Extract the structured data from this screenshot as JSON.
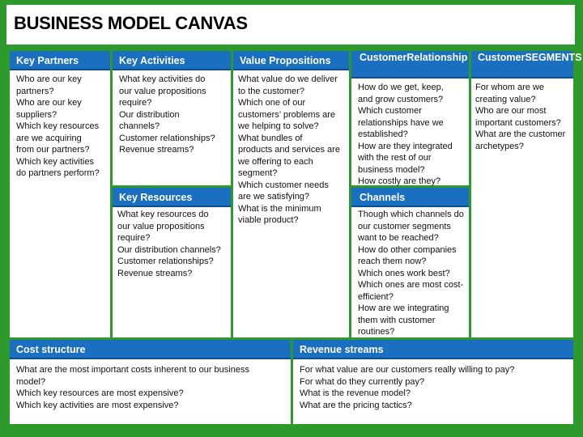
{
  "title": "BUSINESS MODEL CANVAS",
  "colors": {
    "background": "#2e9a2b",
    "header": "#1a6fc0",
    "panel": "#ffffff"
  },
  "key_partners": {
    "heading": "Key Partners",
    "lines": [
      "Who are our key",
      "partners?",
      "Who are our key",
      "suppliers?",
      "Which key resources",
      "are we acquiring",
      "from our partners?",
      "Which key activities",
      "do partners perform?"
    ]
  },
  "key_activities": {
    "heading": "Key Activities",
    "lines": [
      "What key activities do",
      "our value propositions",
      "require?",
      "Our distribution",
      "channels?",
      "Customer relationships?",
      "Revenue streams?"
    ]
  },
  "key_resources": {
    "heading": "Key Resources",
    "lines": [
      "What key resources do",
      "our value propositions",
      "require?",
      "Our distribution channels?",
      "Customer relationships?",
      "Revenue streams?"
    ]
  },
  "value_propositions": {
    "heading": "Value Propositions",
    "lines": [
      "What value do we deliver",
      "to the customer?",
      "Which one of our",
      "customers’ problems are",
      "we helping to solve?",
      "What bundles of",
      "products and services are",
      "we offering to each",
      "segment?",
      "Which customer needs",
      "are we satisfying?",
      "What is the minimum",
      "viable product?"
    ]
  },
  "customer_relationship": {
    "heading_lines": [
      "Customer",
      "Relationship"
    ],
    "lines": [
      "How do we get, keep,",
      "and grow customers?",
      "Which customer",
      "relationships have we",
      "established?",
      "How are they integrated",
      "with the rest of our",
      "business model?",
      "How costly are they?"
    ]
  },
  "channels": {
    "heading": "Channels",
    "lines": [
      "Though which channels do",
      "our customer segments",
      "want to be reached?",
      "How do other companies",
      "reach them now?",
      "Which ones work best?",
      "Which ones are most cost-",
      "efficient?",
      "How are we integrating",
      "them with customer",
      "routines?"
    ]
  },
  "customer_segments": {
    "heading_lines": [
      "Customer",
      "SEGMENTS"
    ],
    "lines": [
      "For whom are we",
      "creating value?",
      "Who are our most",
      "important customers?",
      "What are the customer",
      "archetypes?"
    ]
  },
  "cost_structure": {
    "heading": "Cost structure",
    "lines": [
      "What are the most important costs inherent to our business",
      "model?",
      "Which key resources are most expensive?",
      "Which key activities are most expensive?"
    ]
  },
  "revenue_streams": {
    "heading": "Revenue streams",
    "lines": [
      "For what value are our customers really willing to pay?",
      "For what do they currently pay?",
      "What is the revenue model?",
      "What are the pricing tactics?"
    ]
  }
}
